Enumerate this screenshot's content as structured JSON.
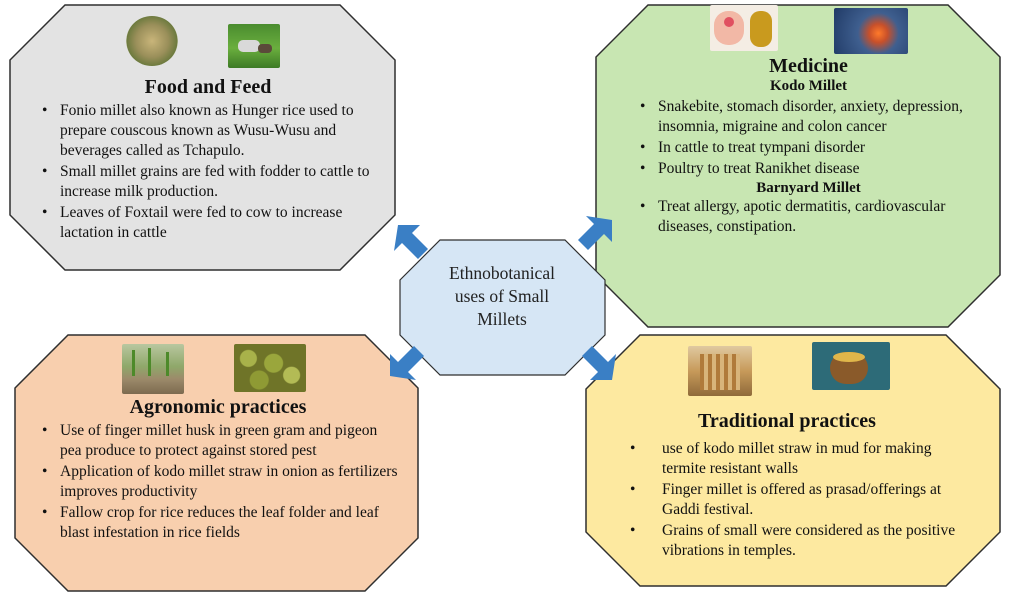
{
  "center": {
    "lines": [
      "Ethnobotanical",
      "uses of Small",
      "Millets"
    ]
  },
  "food_feed": {
    "title": "Food and Feed",
    "items": [
      "Fonio millet  also known as Hunger rice used to prepare couscous known as Wusu-Wusu and beverages called as Tchapulo.",
      "Small millet  grains are fed with fodder to cattle to increase milk  production.",
      "Leaves of Foxtail were fed to cow to increase lactation in cattle"
    ],
    "color": "#e3e3e3"
  },
  "medicine": {
    "title": "Medicine",
    "kodo_heading": "Kodo  Millet",
    "kodo_items": [
      "Snakebite, stomach disorder, anxiety, depression, insomnia,  migraine and colon cancer",
      "In cattle to treat tympani  disorder",
      "Poultry  to treat Ranikhet  disease"
    ],
    "barnyard_heading": "Barnyard  Millet",
    "barnyard_items": [
      "Treat allergy, apotic dermatitis, cardiovascular diseases, constipation."
    ],
    "color": "#c8e6b2"
  },
  "agronomic": {
    "title": "Agronomic practices",
    "items": [
      "Use of finger millet husk  in green gram  and pigeon pea produce to protect against stored pest",
      "Application of kodo millet straw in onion as fertilizers improves productivity",
      "Fallow crop for rice reduces the leaf folder and leaf blast infestation  in rice fields"
    ],
    "color": "#f8cfae"
  },
  "traditional": {
    "title": "Traditional practices",
    "items": [
      "use of kodo millet straw in mud  for making  termite resistant walls",
      "Finger millet is offered as prasad/offerings at Gaddi festival.",
      "Grains of small were considered as the positive vibrations in temples."
    ],
    "color": "#fde9a0"
  },
  "colors": {
    "center": "#d6e6f5",
    "border": "#2f2f2f",
    "arrow": "#3a7fc5"
  },
  "icons": [
    "millet-grain-bowl-photo",
    "goats-photo",
    "snakebite-foot-photo",
    "stomach-organ-photo",
    "rice-seedlings-photo",
    "olives-photo",
    "temple-photo",
    "millet-pot-photo"
  ]
}
